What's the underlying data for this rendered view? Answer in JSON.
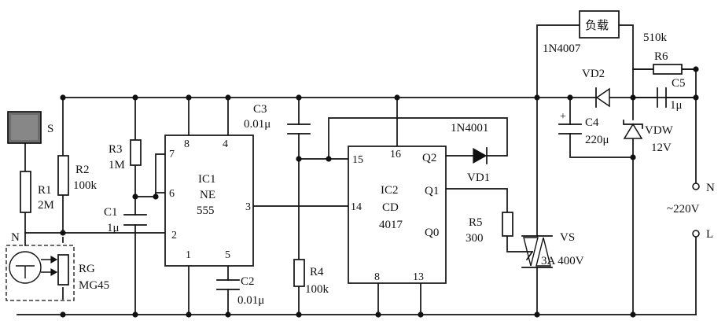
{
  "load": {
    "label": "负载"
  },
  "sensor": {
    "label": "S",
    "n_label": "N"
  },
  "resistors": {
    "r1": {
      "name": "R1",
      "value": "2M"
    },
    "r2": {
      "name": "R2",
      "value": "100k"
    },
    "r3": {
      "name": "R3",
      "value": "1M"
    },
    "r4": {
      "name": "R4",
      "value": "100k"
    },
    "r5": {
      "name": "R5",
      "value": "300"
    },
    "r6": {
      "name": "R6",
      "value": "510k"
    }
  },
  "capacitors": {
    "c1": {
      "name": "C1",
      "value": "1μ"
    },
    "c2": {
      "name": "C2",
      "value": "0.01μ"
    },
    "c3": {
      "name": "C3",
      "value": "0.01μ"
    },
    "c4": {
      "name": "C4",
      "value": "220μ",
      "plus": "+"
    },
    "c5": {
      "name": "C5",
      "value": "1μ"
    }
  },
  "photoresistor": {
    "name": "RG",
    "model": "MG45"
  },
  "ic1": {
    "title": "IC1",
    "line1": "NE",
    "line2": "555",
    "pins": {
      "p1": "1",
      "p2": "2",
      "p3": "3",
      "p4": "4",
      "p5": "5",
      "p6": "6",
      "p7": "7",
      "p8": "8"
    }
  },
  "ic2": {
    "title": "IC2",
    "line1": "CD",
    "line2": "4017",
    "pins": {
      "p15": "15",
      "p16": "16",
      "p14": "14",
      "p8": "8",
      "p13": "13"
    },
    "outputs": {
      "q2": "Q2",
      "q1": "Q1",
      "q0": "Q0"
    }
  },
  "diodes": {
    "vd1": {
      "name": "VD1",
      "model": "1N4001"
    },
    "vd2": {
      "name": "VD2",
      "model": "1N4007"
    },
    "vdw": {
      "name": "VDW",
      "value": "12V"
    }
  },
  "triac": {
    "name": "VS",
    "rating": "3A 400V"
  },
  "mains": {
    "n": "N",
    "voltage": "~220V",
    "l": "L"
  }
}
